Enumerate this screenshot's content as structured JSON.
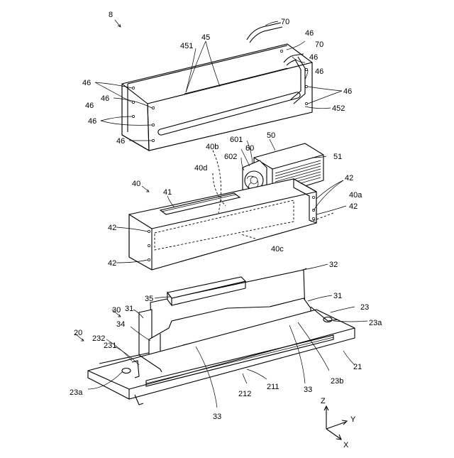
{
  "labels": {
    "l8": "8",
    "l70a": "70",
    "l70b": "70",
    "l46_1": "46",
    "l46_2": "46",
    "l46_3": "46",
    "l46_4": "46",
    "l46_5": "46",
    "l46_6": "46",
    "l46_7": "46",
    "l46_8": "46",
    "l46_9": "46",
    "l45": "45",
    "l451": "451",
    "l452": "452",
    "l50": "50",
    "l51": "51",
    "l601": "601",
    "l60": "60",
    "l602": "602",
    "l40": "40",
    "l40b": "40b",
    "l40d": "40d",
    "l41": "41",
    "l40a": "40a",
    "l40c": "40c",
    "l42_1": "42",
    "l42_2": "42",
    "l42_3": "42",
    "l42_4": "42",
    "l32": "32",
    "l35": "35",
    "l31a": "31",
    "l31b": "31",
    "l30": "30",
    "l34": "34",
    "l23": "23",
    "l23a_r": "23a",
    "l23a_l": "23a",
    "l23b": "23b",
    "l20": "20",
    "l232": "232",
    "l231": "231",
    "l21": "21",
    "l211": "211",
    "l212": "212",
    "l33a": "33",
    "l33b": "33"
  },
  "axes": {
    "z": "Z",
    "y": "Y",
    "x": "X"
  }
}
